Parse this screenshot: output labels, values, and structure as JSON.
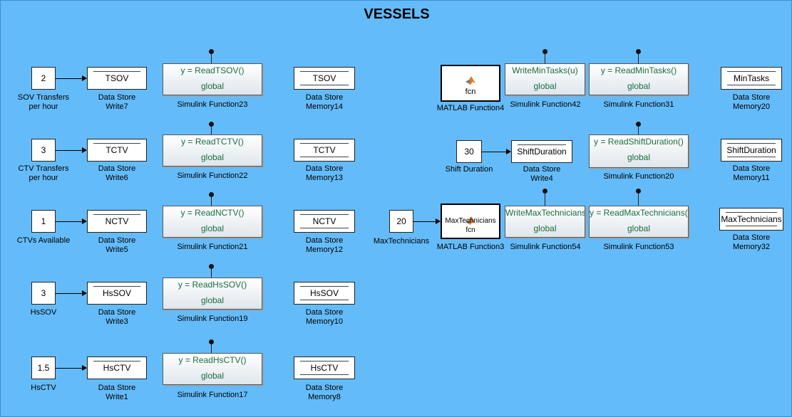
{
  "title": "VESSELS",
  "constants": [
    {
      "value": "2",
      "label": "SOV Transfers\nper hour"
    },
    {
      "value": "3",
      "label": "CTV Transfers\nper hour"
    },
    {
      "value": "1",
      "label": "CTVs Available"
    },
    {
      "value": "3",
      "label": "HsSOV"
    },
    {
      "value": "1.5",
      "label": "HsCTV"
    },
    {
      "value": "30",
      "label": "Shift Duration"
    },
    {
      "value": "20",
      "label": "MaxTechnicians"
    }
  ],
  "writes": [
    {
      "name": "TSOV",
      "label": "Data Store\nWrite7"
    },
    {
      "name": "TCTV",
      "label": "Data Store\nWrite6"
    },
    {
      "name": "NCTV",
      "label": "Data Store\nWrite5"
    },
    {
      "name": "HsSOV",
      "label": "Data Store\nWrite3"
    },
    {
      "name": "HsCTV",
      "label": "Data Store\nWrite1"
    },
    {
      "name": "ShiftDuration",
      "label": "Data Store\nWrite4"
    }
  ],
  "functions": [
    {
      "sig": "y = ReadTSOV()",
      "scope": "global",
      "label": "Simulink Function23"
    },
    {
      "sig": "y = ReadTCTV()",
      "scope": "global",
      "label": "Simulink Function22"
    },
    {
      "sig": "y = ReadNCTV()",
      "scope": "global",
      "label": "Simulink Function21"
    },
    {
      "sig": "y = ReadHsSOV()",
      "scope": "global",
      "label": "Simulink Function19"
    },
    {
      "sig": "y = ReadHsCTV()",
      "scope": "global",
      "label": "Simulink Function17"
    },
    {
      "sig": "WriteMinTasks(u)",
      "scope": "global",
      "label": "Simulink Function42"
    },
    {
      "sig": "y = ReadMinTasks()",
      "scope": "global",
      "label": "Simulink Function31"
    },
    {
      "sig": "y = ReadShiftDuration()",
      "scope": "global",
      "label": "Simulink Function20"
    },
    {
      "sig": "WriteMaxTechnicians(u)",
      "scope": "global",
      "label": "Simulink Function54"
    },
    {
      "sig": "y = ReadMaxTechnicians()",
      "scope": "global",
      "label": "Simulink Function53"
    }
  ],
  "memories": [
    {
      "name": "TSOV",
      "label": "Data Store\nMemory14"
    },
    {
      "name": "TCTV",
      "label": "Data Store\nMemory13"
    },
    {
      "name": "NCTV",
      "label": "Data Store\nMemory12"
    },
    {
      "name": "HsSOV",
      "label": "Data Store\nMemory10"
    },
    {
      "name": "HsCTV",
      "label": "Data Store\nMemory8"
    },
    {
      "name": "MinTasks",
      "label": "Data Store\nMemory20"
    },
    {
      "name": "ShiftDuration",
      "label": "Data Store\nMemory11"
    },
    {
      "name": "MaxTechnicians",
      "label": "Data Store\nMemory32"
    }
  ],
  "matlab_functions": [
    {
      "text": "fcn",
      "label": "MATLAB Function4"
    },
    {
      "text": "MaxTechnicians\nfcn",
      "label": "MATLAB Function3"
    }
  ]
}
